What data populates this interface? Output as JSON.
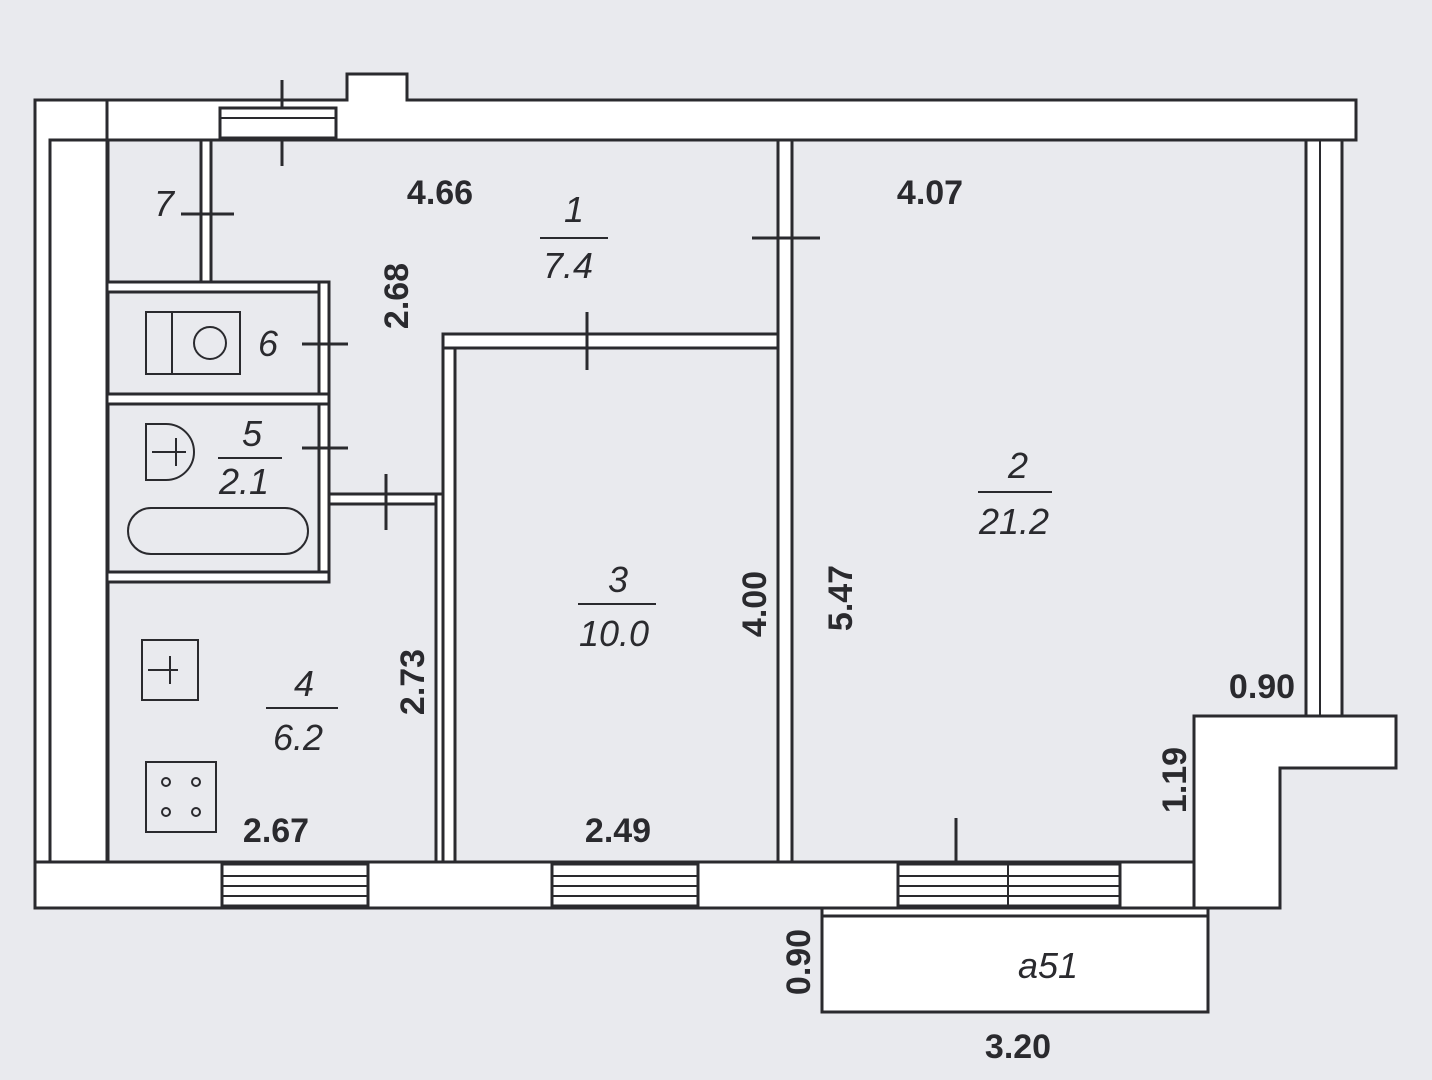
{
  "rooms": [
    {
      "number": "1",
      "area": "7.4"
    },
    {
      "number": "2",
      "area": "21.2"
    },
    {
      "number": "3",
      "area": "10.0"
    },
    {
      "number": "4",
      "area": "6.2"
    },
    {
      "number": "5",
      "area": "2.1"
    },
    {
      "number": "6",
      "area": ""
    },
    {
      "number": "7",
      "area": ""
    }
  ],
  "dimensions": {
    "corridor_length": "4.66",
    "corridor_width": "2.68",
    "room2_width": "4.07",
    "room2_length": "5.47",
    "room3_length": "4.00",
    "room3_width": "2.49",
    "kitchen_width": "2.67",
    "kitchen_length": "2.73",
    "niche_width": "0.90",
    "niche_depth": "1.19",
    "balcony_depth": "0.90",
    "balcony_width": "3.20"
  },
  "balcony_label": "a51"
}
